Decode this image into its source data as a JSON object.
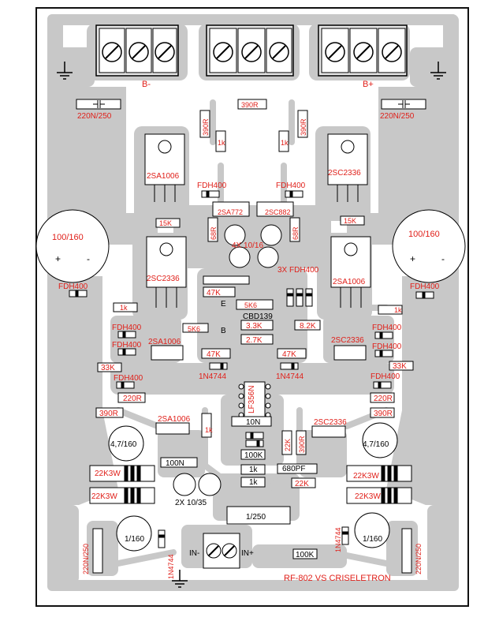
{
  "board_name": "RF-802 VS CRISELETRON",
  "colors": {
    "copper": "#c8c8c8",
    "board": "#ffffff",
    "silkscreen": "#000000",
    "label": "#e0201a",
    "frame": "#111111"
  },
  "terminals": {
    "negative": "B-",
    "positive": "B+"
  },
  "input": {
    "negative": "IN-",
    "positive": "IN+"
  },
  "labels": {
    "cap_top_left": "220N/250",
    "cap_top_right": "220N/250",
    "r_top": "390R",
    "r_top_left": "390R",
    "r_top_right": "390R",
    "r_1k_left": "1k",
    "r_1k_right": "1k",
    "q_top_left": "2SA1006",
    "q_top_right": "2SC2336",
    "d_top_left": "FDH400",
    "d_top_right": "FDH400",
    "q_driver_left": "2SA772",
    "q_driver_right": "2SC882",
    "r_15k_left": "15K",
    "r_15k_right": "15K",
    "r_68r_left": "68R",
    "r_68r_right": "68R",
    "caps_mid": "4X 10/16",
    "cap_big_left": "100/160",
    "cap_big_right": "100/160",
    "q_mid_left": "2SC2336",
    "q_mid_right": "2SA1006",
    "diodes_3x": "3X FDH400",
    "d_mid_left": "FDH400",
    "d_mid_right": "FDH400",
    "r_47k_bias": "47K",
    "r_1k_mid_left": "1k",
    "r_1k_mid_right": "1k",
    "r_5k6_top": "5K6",
    "q_bd139": "CBD139",
    "r_5k6": "5K6",
    "r_3k3": "3.3K",
    "r_8k2": "8.2K",
    "r_2k7": "2.7K",
    "d_left_a": "FDH400",
    "d_left_b": "FDH400",
    "d_right_a": "FDH400",
    "d_right_b": "FDH400",
    "q_small_left": "2SA1006",
    "q_small_right": "2SC2336",
    "r_47k_left": "47K",
    "r_47k_right": "47K",
    "r_33k_left": "33K",
    "r_33k_right": "33K",
    "zener_left": "1N4744",
    "zener_right": "1N4744",
    "d_left_c": "FDH400",
    "d_right_c": "FDH400",
    "r_220r_left": "220R",
    "r_220r_right": "220R",
    "r_390r_left": "390R",
    "r_390r_right": "390R",
    "ic": "LF356N",
    "q_low_left": "2SA1006",
    "q_low_right": "2SC2336",
    "r_1k_low": "1k",
    "r_10n": "10N",
    "r_22k_v": "22K",
    "r_390r_v": "390R",
    "cap_47_left": "4,7/160",
    "cap_47_right": "4,7/160",
    "r_100n": "100N",
    "r_100k": "100K",
    "r_1k_a": "1k",
    "r_1k_b": "1k",
    "r_680pf": "680PF",
    "r_22k": "22K",
    "r_22k3w_la": "22K3W",
    "r_22k3w_lb": "22K3W",
    "r_22k3w_ra": "22K3W",
    "r_22k3w_rb": "22K3W",
    "caps_10_35": "2X 10/35",
    "cap_1_250": "1/250",
    "cap_1_160_left": "1/160",
    "cap_1_160_right": "1/160",
    "zener_bottom_left": "1N4744",
    "zener_bottom_right": "1N4744",
    "cap_bottom_left": "220N/250",
    "cap_bottom_right": "220N/250",
    "r_100k_bottom": "100K"
  }
}
